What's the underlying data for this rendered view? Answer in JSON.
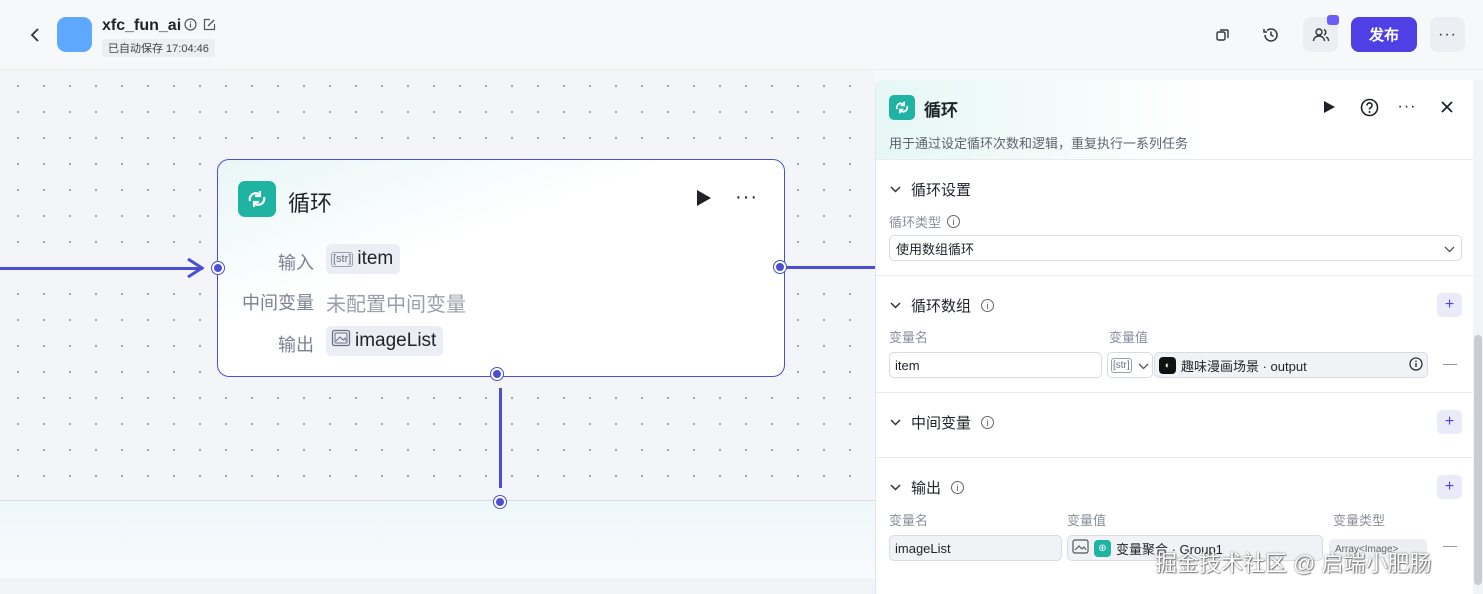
{
  "header": {
    "app_title": "xfc_fun_ai",
    "saved_status": "已自动保存 17:04:46",
    "publish_label": "发布"
  },
  "node": {
    "title": "循环",
    "rows": {
      "input_label": "输入",
      "input_type": "[str]",
      "input_value": "item",
      "middle_label": "中间变量",
      "middle_placeholder": "未配置中间变量",
      "output_label": "输出",
      "output_value": "imageList"
    }
  },
  "panel": {
    "title": "循环",
    "description": "用于通过设定循环次数和逻辑，重复执行一系列任务",
    "loop_settings": {
      "title": "循环设置",
      "type_label": "循环类型",
      "type_value": "使用数组循环"
    },
    "loop_array": {
      "title": "循环数组",
      "col_name": "变量名",
      "col_value": "变量值",
      "var_name": "item",
      "var_type": "[str]",
      "ref_label": "趣味漫画场景 · output"
    },
    "middle_vars": {
      "title": "中间变量"
    },
    "output": {
      "title": "输出",
      "col_name": "变量名",
      "col_value": "变量值",
      "col_type": "变量类型",
      "var_name": "imageList",
      "ref_label": "变量聚合 · Group1",
      "type_badge": "Array<Image>"
    }
  },
  "watermark": "掘金技术社区 @ 启端小肥肠",
  "colors": {
    "accent": "#4e40e5",
    "wire": "#4a4fd6",
    "loop_icon": "#1fb3a4",
    "app_icon": "#5fa8ff"
  }
}
